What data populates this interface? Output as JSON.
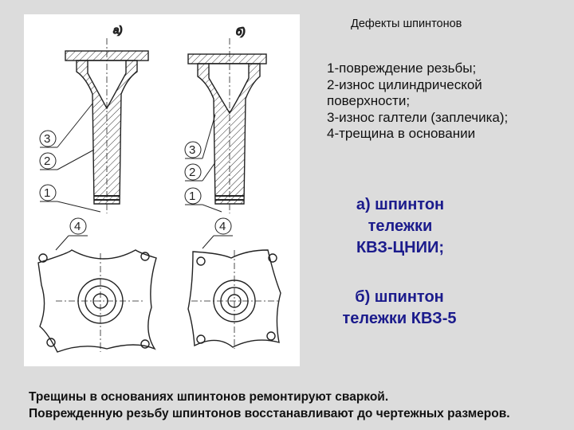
{
  "title": "Дефекты шпинтонов",
  "defects": [
    "1-повреждение резьбы;",
    " 2-износ цилиндрической",
    "поверхности;",
    "3-износ галтели (заплечика);",
    " 4-трещина в основании"
  ],
  "caption_a": [
    "а) шпинтон",
    "тележки",
    "КВЗ-ЦНИИ;"
  ],
  "caption_b": [
    "б) шпинтон",
    "тележки КВЗ-5"
  ],
  "footer": [
    "Трещины в основаниях шпинтонов ремонтируют сваркой.",
    "Поврежденную резьбу шпинтонов восстанавливают до чертежных размеров."
  ],
  "drawing": {
    "label_a": "а)",
    "label_b": "б)",
    "callouts": [
      "3",
      "2",
      "1",
      "4"
    ]
  },
  "colors": {
    "background": "#dcdcdc",
    "caption": "#1b1b8c",
    "panel": "#ffffff"
  }
}
